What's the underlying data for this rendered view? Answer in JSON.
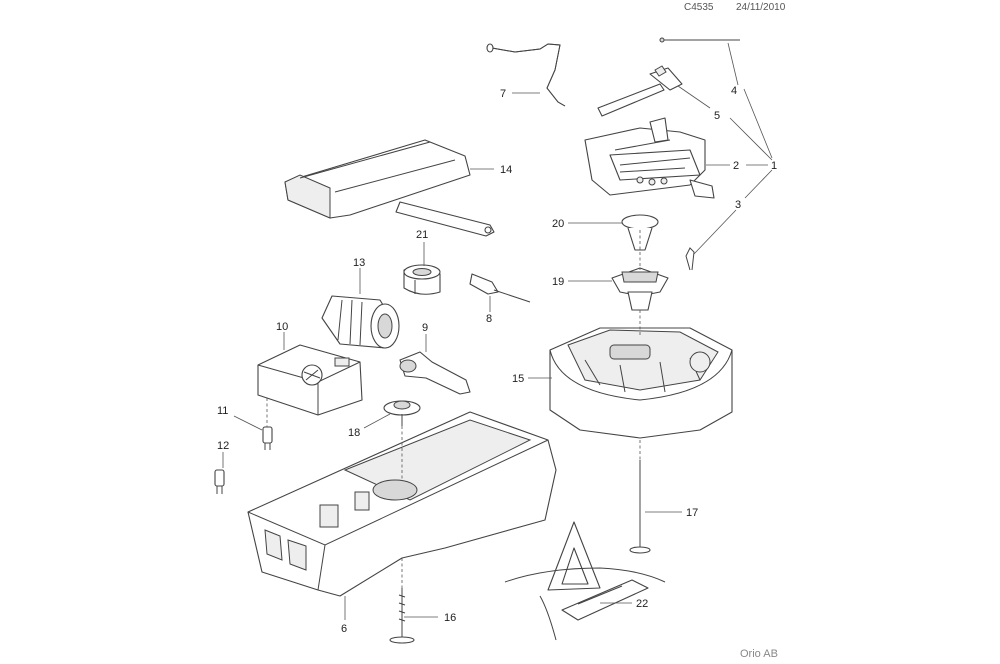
{
  "header": {
    "code": "C4535",
    "date": "24/11/2010"
  },
  "footer": {
    "company": "Orio AB"
  },
  "callouts": {
    "c1": "1",
    "c2": "2",
    "c3": "3",
    "c4": "4",
    "c5": "5",
    "c6": "6",
    "c7": "7",
    "c8": "8",
    "c9": "9",
    "c10": "10",
    "c11": "11",
    "c12": "12",
    "c13": "13",
    "c14": "14",
    "c15": "15",
    "c16": "16",
    "c17": "17",
    "c18": "18",
    "c19": "19",
    "c20": "20",
    "c21": "21",
    "c22": "22"
  }
}
